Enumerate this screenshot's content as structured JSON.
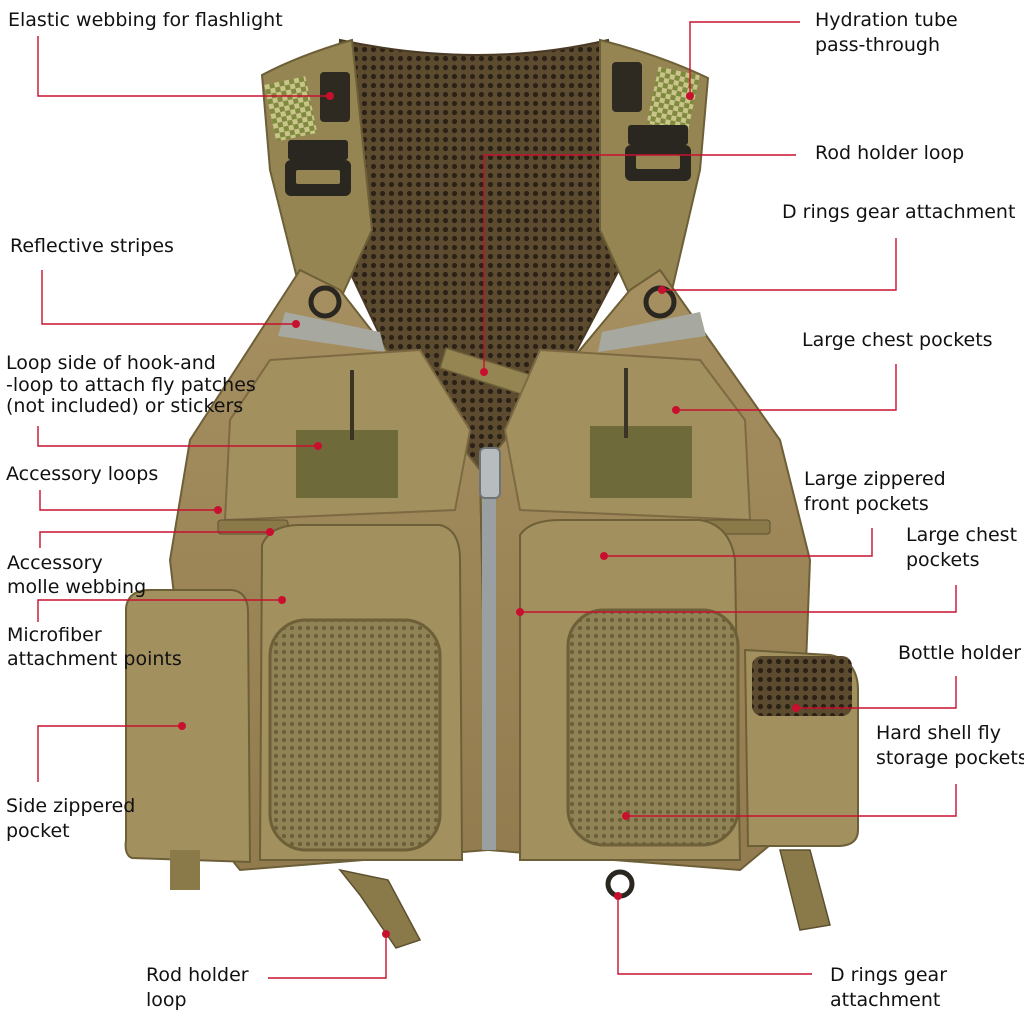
{
  "callouts": {
    "flashlight_webbing": "Elastic webbing for flashlight",
    "hydration_tube_1": "Hydration tube",
    "hydration_tube_2": "pass-through",
    "rod_holder_loop_top": "Rod holder loop",
    "d_rings_right": "D rings gear attachment",
    "reflective_stripes": "Reflective stripes",
    "large_chest_pockets_upper": "Large chest pockets",
    "hook_loop_1": "Loop side of hook-and",
    "hook_loop_2": "-loop to attach fly patches",
    "hook_loop_3": "(not included) or stickers",
    "accessory_loops": "Accessory loops",
    "zippered_front_1": "Large zippered",
    "zippered_front_2": "front pockets",
    "accessory_molle_1": "Accessory",
    "accessory_molle_2": "molle webbing",
    "large_chest_lower_1": "Large chest",
    "large_chest_lower_2": "pockets",
    "microfiber_1": "Microfiber",
    "microfiber_2": "attachment points",
    "bottle_holder": "Bottle holder",
    "hard_shell_1": "Hard shell fly",
    "hard_shell_2": "storage pockets",
    "side_zippered_1": "Side zippered",
    "side_zippered_2": "pocket",
    "rod_holder_bottom_1": "Rod holder",
    "rod_holder_bottom_2": "loop",
    "d_rings_bottom_1": "D rings gear",
    "d_rings_bottom_2": "attachment"
  },
  "colors": {
    "leader_line": "#c8102e",
    "vest_fabric": "#a08a5c",
    "vest_shadow": "#7d6a43",
    "mesh": "#6e5a3a",
    "strap": "#8a7a4a",
    "reflective": "#9a9a92",
    "hook_loop_patch": "#6f6a3a"
  }
}
